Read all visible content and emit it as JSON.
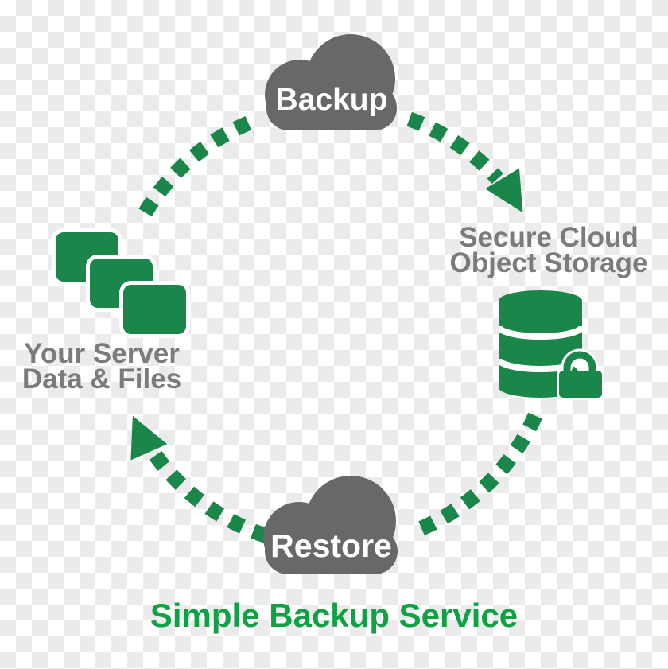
{
  "colors": {
    "green": "#1b8649",
    "title_green": "#0fa244",
    "cloud_gray": "#686868",
    "label_gray": "#7b7b7b",
    "cloud_text": "#ffffff",
    "checker_light": "#ffffff",
    "checker_dark": "#ebebeb"
  },
  "diagram": {
    "title": "Simple Backup Service",
    "backup_cloud": {
      "label": "Backup"
    },
    "restore_cloud": {
      "label": "Restore"
    },
    "storage": {
      "label_line1": "Secure Cloud",
      "label_line2": "Object Storage",
      "icons": [
        "database-icon",
        "lock-icon"
      ]
    },
    "server": {
      "label_line1": "Your Server",
      "label_line2": "Data & Files",
      "icon": "stacked-files-icon"
    },
    "flow": [
      "Your Server Data & Files",
      "Backup",
      "Secure Cloud Object Storage",
      "Restore"
    ]
  }
}
